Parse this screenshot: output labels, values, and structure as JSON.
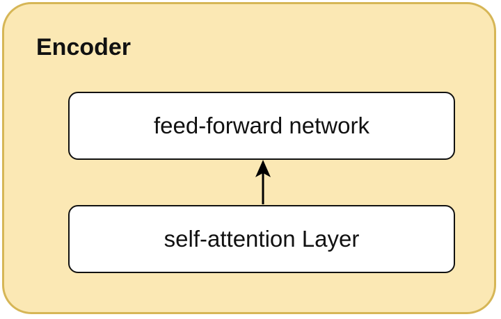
{
  "encoder": {
    "title": "Encoder",
    "fill_color": "#fbe8b4",
    "border_color": "#d6b656"
  },
  "layers": {
    "top_label": "feed-forward network",
    "bottom_label": "self-attention Layer"
  },
  "edges": [
    {
      "from": "self-attention Layer",
      "to": "feed-forward network",
      "style": "arrow"
    }
  ]
}
